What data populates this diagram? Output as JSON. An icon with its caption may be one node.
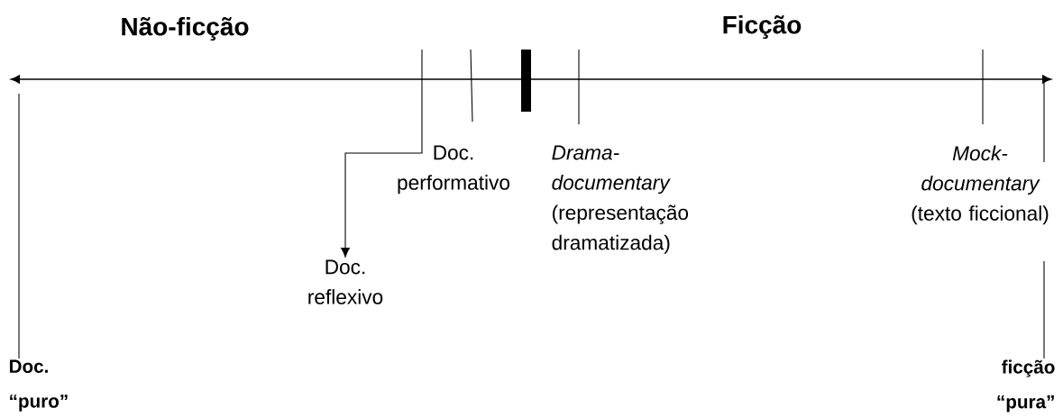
{
  "diagram": {
    "nodes": [
      {
        "text": [
          "Doc. performativo"
        ]
      },
      {
        "text": [
          "Drama- documentary",
          "(representação dramatizada)"
        ]
      },
      {
        "text": [
          "Mock- documentary",
          "(texto ficcional)"
        ]
      },
      {
        "text": [
          "Doc. reflexivo"
        ]
      },
      {
        "text": [
          "Doc. “puro”"
        ]
      },
      {
        "text": [
          "ficção “pura”"
        ]
      }
    ],
    "edges": [
      {
        "from": null,
        "to": 3,
        "arrow": "to"
      },
      {
        "from": null,
        "to": 4,
        "arrow": "none"
      },
      {
        "from": null,
        "to": 5,
        "arrow": "none"
      }
    ],
    "labels": [
      "Não-ficção",
      "Ficção"
    ]
  }
}
